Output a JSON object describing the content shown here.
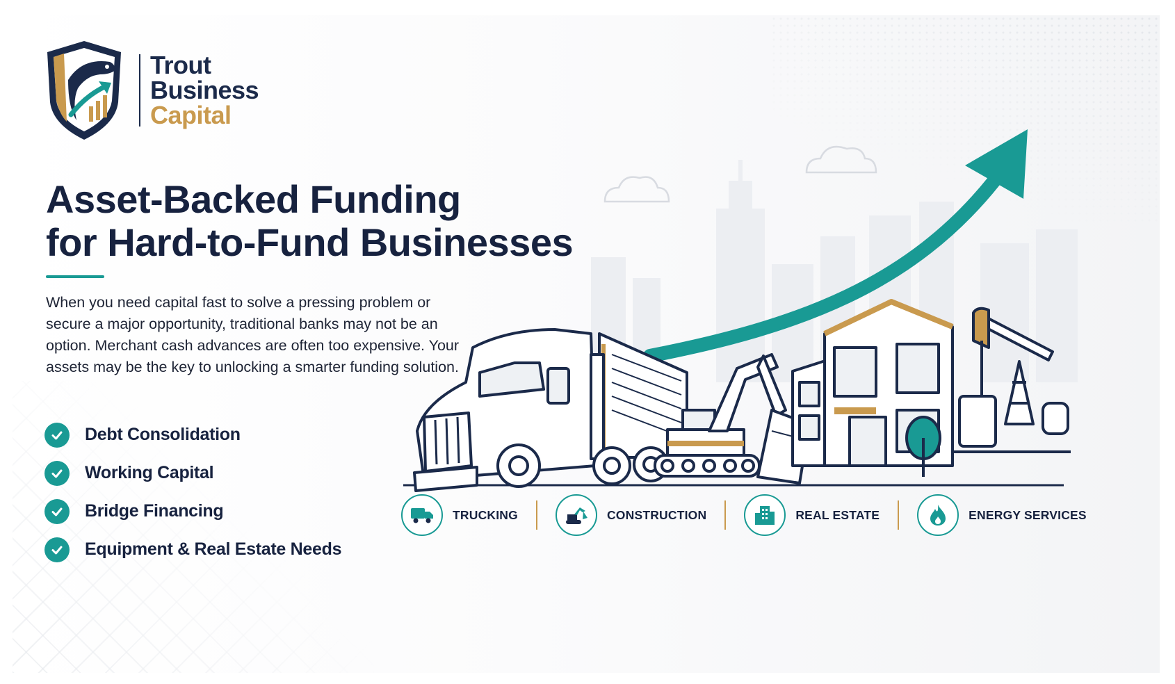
{
  "brand": {
    "name_line1": "Trout",
    "name_line2": "Business",
    "name_line3": "Capital",
    "logo_icon": "trout-shield-logo-icon"
  },
  "headline": {
    "line1": "Asset-Backed Funding",
    "line2": "for Hard-to-Fund Businesses"
  },
  "intro": "When you need capital fast to solve a pressing problem or secure a major opportunity, traditional banks may not be an option. Merchant cash advances are often too expensive. Your assets may be the key to unlocking a smarter funding solution.",
  "benefits": [
    {
      "label": "Debt Consolidation",
      "icon": "check-circle-icon"
    },
    {
      "label": "Working Capital",
      "icon": "check-circle-icon"
    },
    {
      "label": "Bridge Financing",
      "icon": "check-circle-icon"
    },
    {
      "label": "Equipment & Real Estate Needs",
      "icon": "check-circle-icon"
    }
  ],
  "industries": [
    {
      "label": "TRUCKING",
      "icon": "truck-icon"
    },
    {
      "label": "CONSTRUCTION",
      "icon": "excavator-icon"
    },
    {
      "label": "REAL ESTATE",
      "icon": "building-icon"
    },
    {
      "label": "ENERGY SERVICES",
      "icon": "flame-icon"
    }
  ],
  "colors": {
    "navy": "#17223f",
    "teal": "#199a94",
    "gold": "#c99a4e"
  }
}
